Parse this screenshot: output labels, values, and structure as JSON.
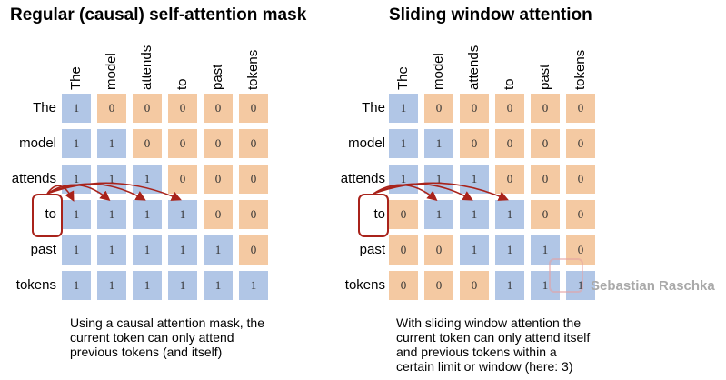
{
  "left": {
    "title": "Regular (causal) self-attention mask",
    "tokens": [
      "The",
      "model",
      "attends",
      "to",
      "past",
      "tokens"
    ],
    "matrix": [
      [
        1,
        0,
        0,
        0,
        0,
        0
      ],
      [
        1,
        1,
        0,
        0,
        0,
        0
      ],
      [
        1,
        1,
        1,
        0,
        0,
        0
      ],
      [
        1,
        1,
        1,
        1,
        0,
        0
      ],
      [
        1,
        1,
        1,
        1,
        1,
        0
      ],
      [
        1,
        1,
        1,
        1,
        1,
        1
      ]
    ],
    "caption": [
      "Using a causal attention mask, the",
      "current token can only attend",
      "previous tokens (and itself)"
    ]
  },
  "right": {
    "title": "Sliding window attention",
    "tokens": [
      "The",
      "model",
      "attends",
      "to",
      "past",
      "tokens"
    ],
    "matrix": [
      [
        1,
        0,
        0,
        0,
        0,
        0
      ],
      [
        1,
        1,
        0,
        0,
        0,
        0
      ],
      [
        1,
        1,
        1,
        0,
        0,
        0
      ],
      [
        0,
        1,
        1,
        1,
        0,
        0
      ],
      [
        0,
        0,
        1,
        1,
        1,
        0
      ],
      [
        0,
        0,
        0,
        1,
        1,
        1
      ]
    ],
    "caption": [
      "With sliding window attention the",
      "current token can only attend itself",
      "and previous tokens within a",
      "certain limit or window (here: 3)"
    ]
  },
  "highlight_row": 3,
  "watermark": "Sebastian Raschka",
  "colors": {
    "one": "#b1c6e6",
    "zero": "#f4c9a2",
    "highlight": "#a9231b"
  }
}
